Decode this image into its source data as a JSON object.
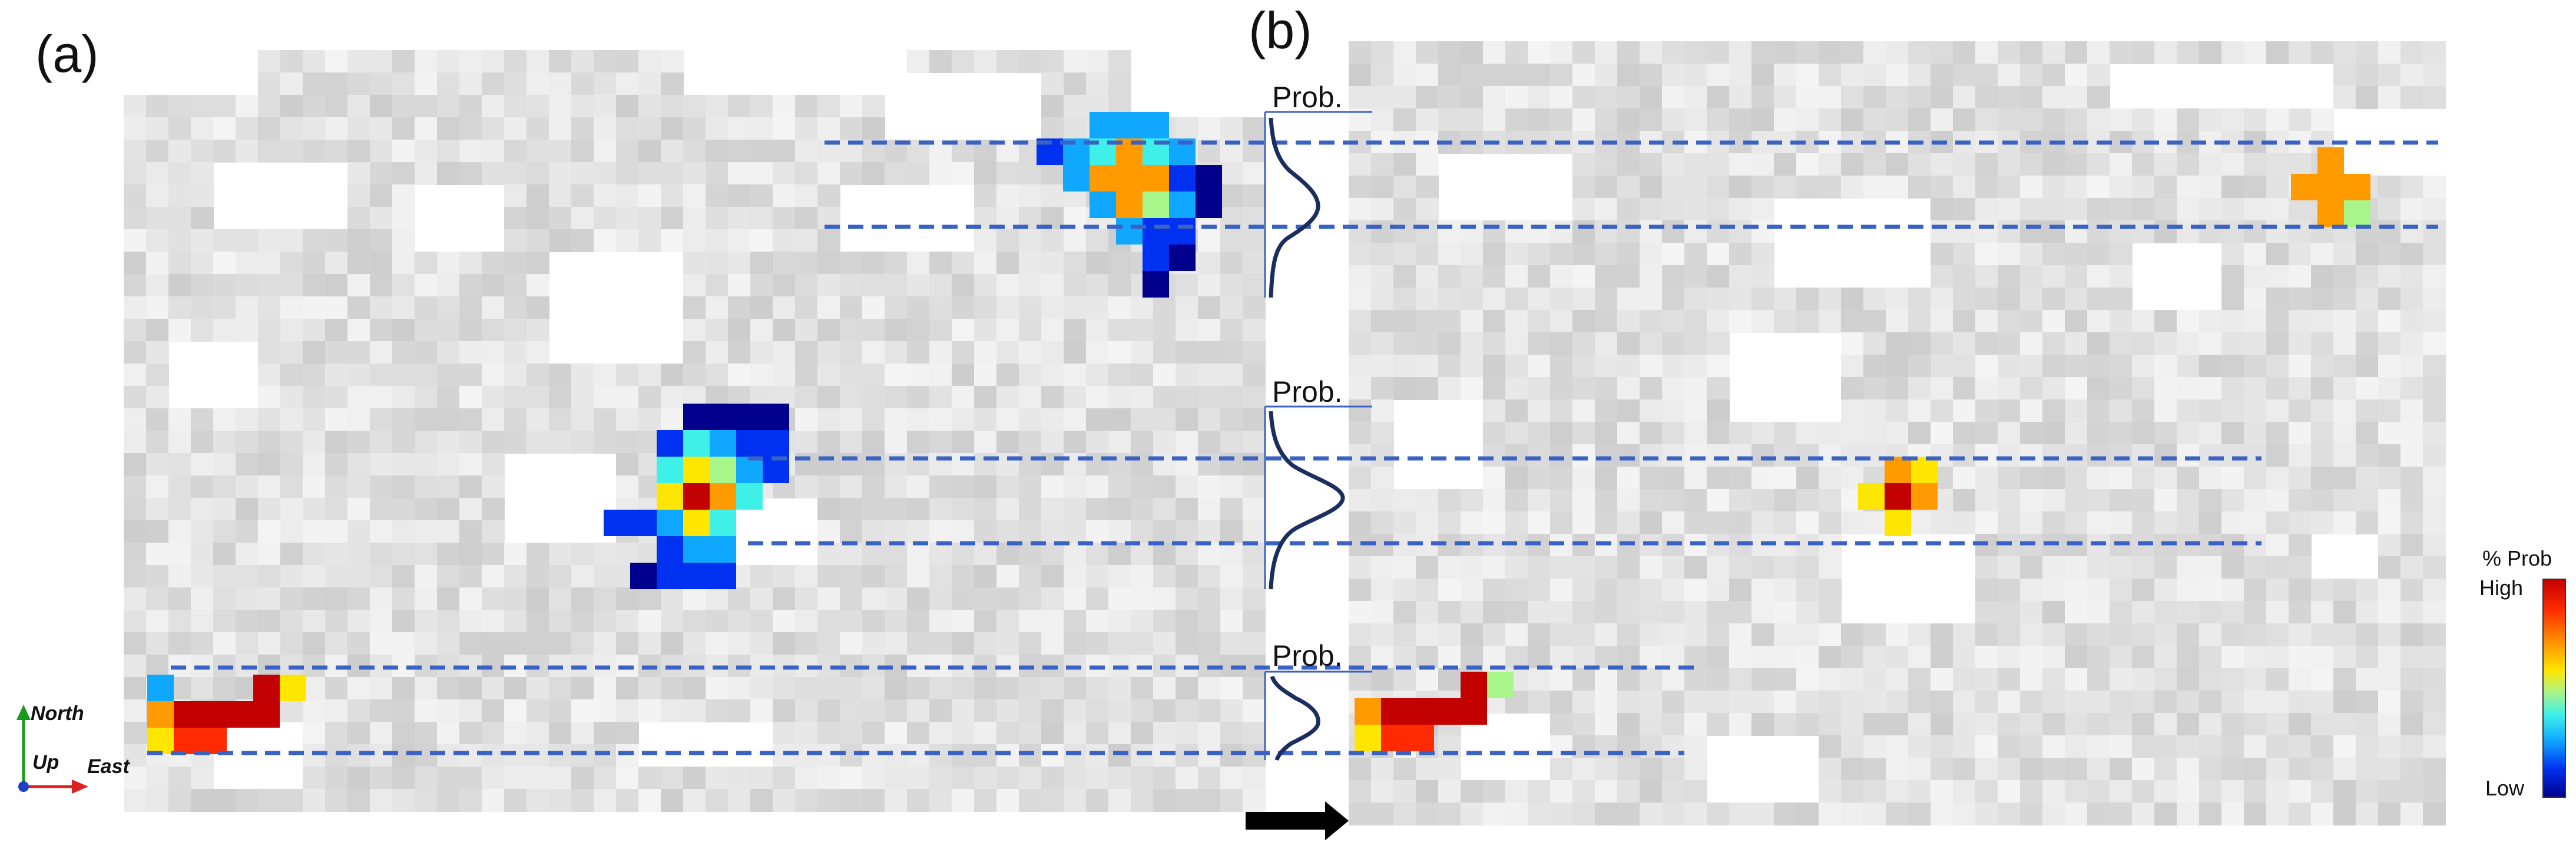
{
  "panels": {
    "a": "(a)",
    "b": "(b)"
  },
  "prob_label": "Prob.",
  "color_scale": {
    "title": "% Prob",
    "high": "High",
    "low": "Low",
    "colors": [
      "#c20000",
      "#ff2a00",
      "#ff9a00",
      "#ffe600",
      "#a8f58a",
      "#3ff0e8",
      "#10a8ff",
      "#0030f0",
      "#00008c"
    ]
  },
  "axis_triad": {
    "north": "North",
    "up": "Up",
    "east": "East",
    "north_color": "#1a9a1a",
    "east_color": "#e02020",
    "up_color": "#1f3fbf"
  },
  "colors": {
    "dash": "#3a62c4",
    "curve": "#1c2e5e",
    "arrow": "#000000",
    "grid_gray": "#d9d9d9"
  }
}
